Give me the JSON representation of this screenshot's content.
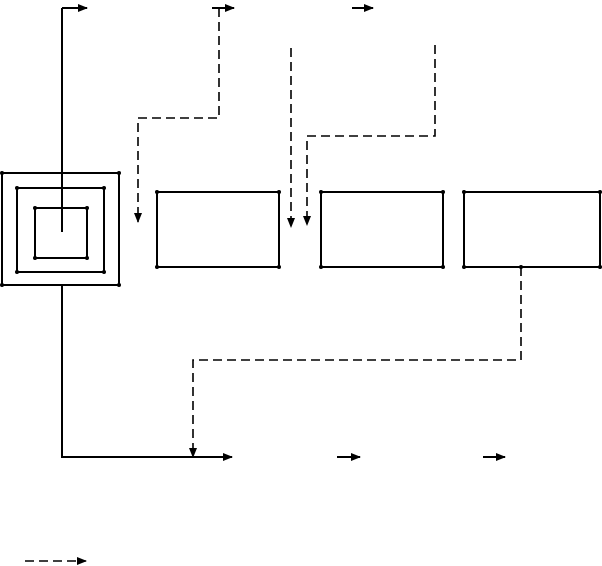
{
  "diagram": {
    "type": "flow-diagram",
    "text_labels": [],
    "nodes": [
      {
        "id": "nested-squares",
        "shape": "three nested squares"
      },
      {
        "id": "box-1",
        "shape": "rectangle"
      },
      {
        "id": "box-2",
        "shape": "rectangle"
      },
      {
        "id": "box-3",
        "shape": "rectangle"
      }
    ],
    "edges": [
      {
        "id": "solid-main-line",
        "style": "solid",
        "from": "nested-squares",
        "to": "top-row-arrows"
      },
      {
        "id": "solid-bottom-line",
        "style": "solid",
        "from": "nested-squares",
        "to": "bottom-row-arrows"
      },
      {
        "id": "dashed-to-box-1",
        "style": "dashed",
        "to": "box-1"
      },
      {
        "id": "dashed-to-box-2a",
        "style": "dashed",
        "to": "box-2"
      },
      {
        "id": "dashed-to-box-2b",
        "style": "dashed",
        "to": "box-2"
      },
      {
        "id": "dashed-from-box-3",
        "style": "dashed",
        "from": "box-3",
        "to": "bottom-line"
      }
    ],
    "legend": [
      {
        "style": "dashed",
        "text": ""
      }
    ],
    "colors": {
      "stroke": "#000000",
      "background": "#ffffff"
    }
  }
}
